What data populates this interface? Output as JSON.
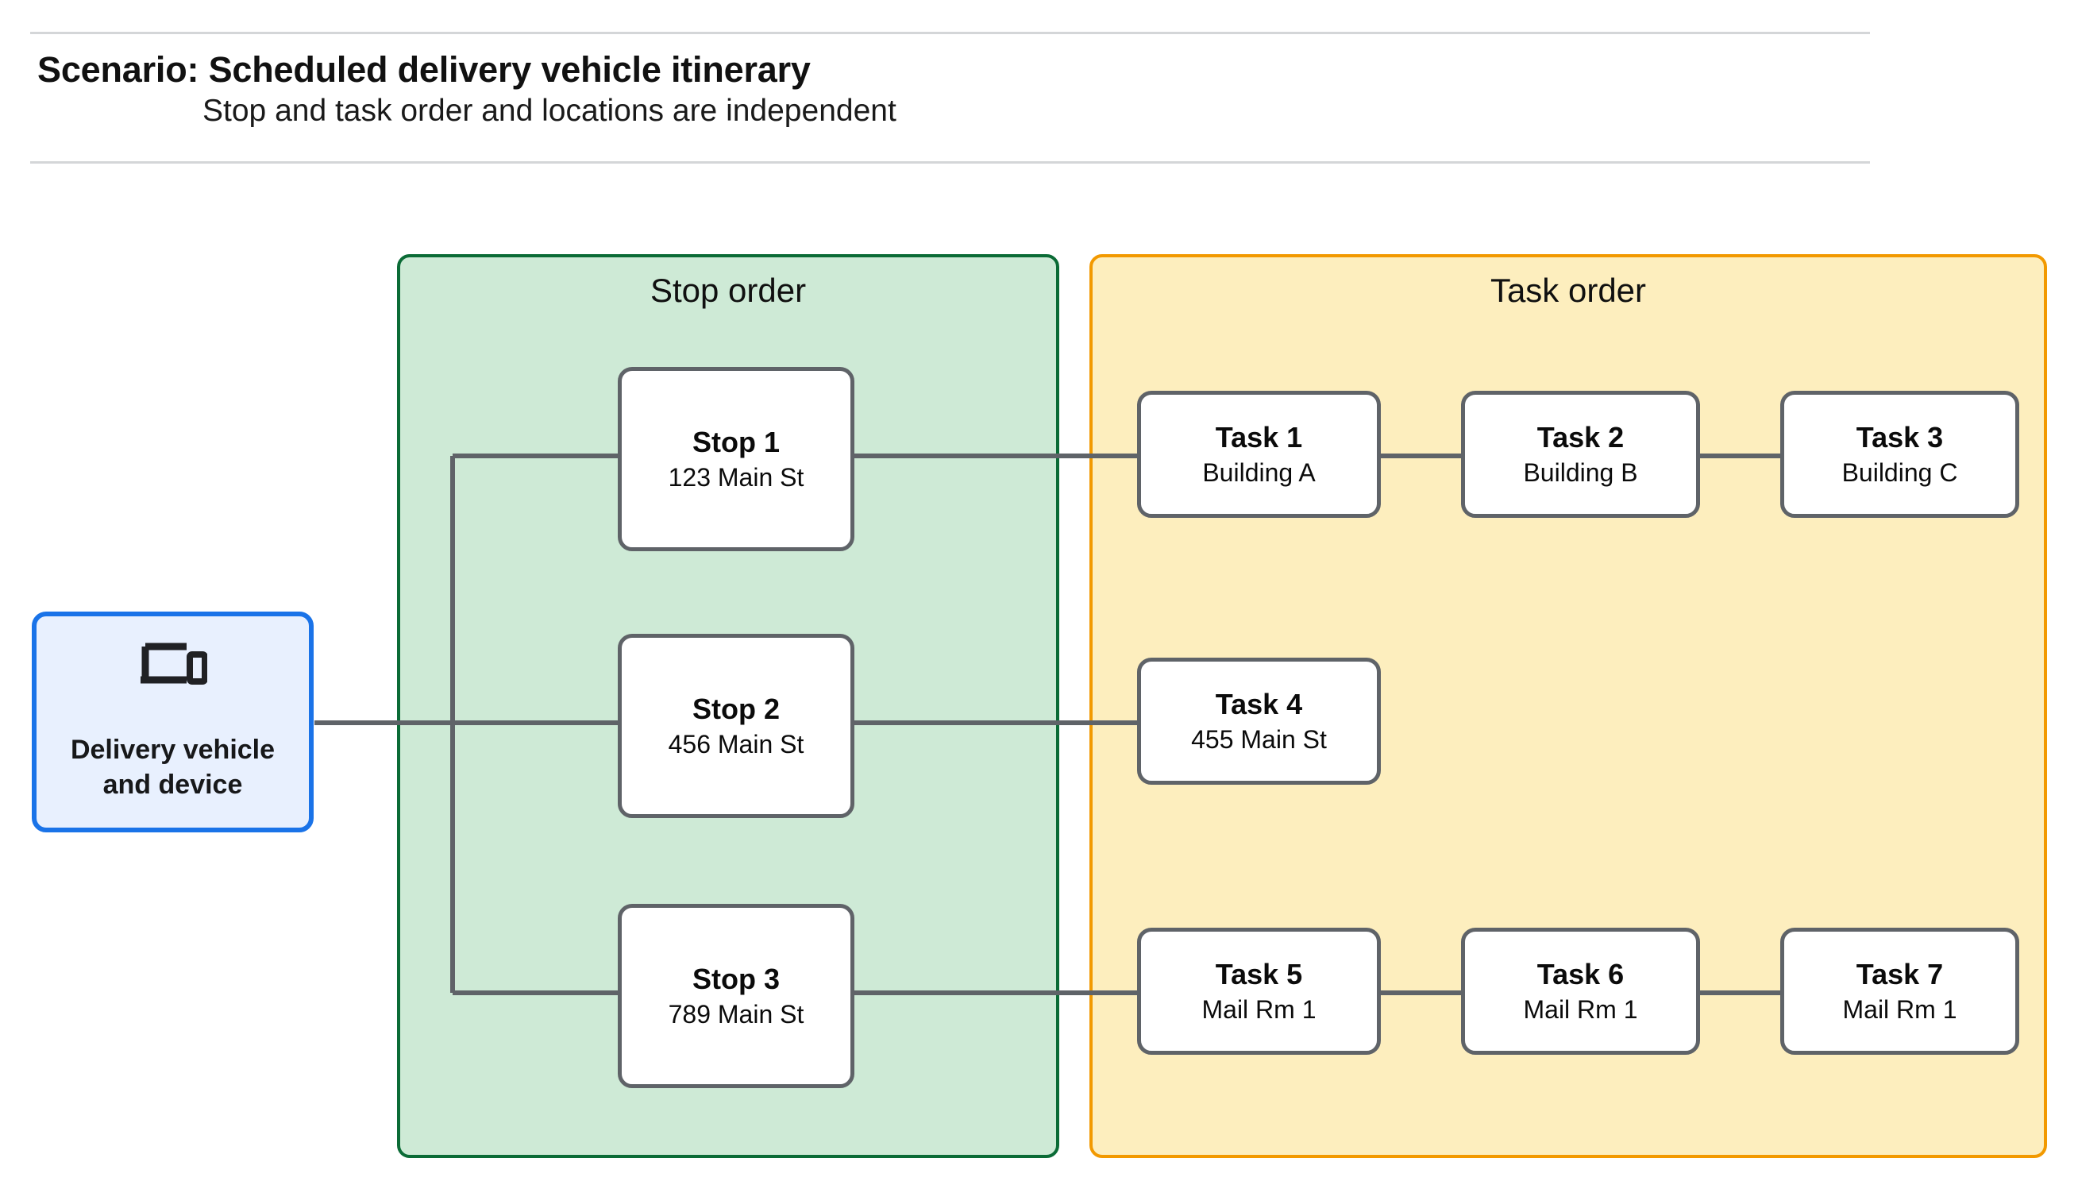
{
  "header": {
    "title": "Scenario: Scheduled delivery vehicle itinerary",
    "subtitle": "Stop and task order and locations are independent"
  },
  "vehicle": {
    "label": "Delivery vehicle\nand device",
    "icon": "devices-laptop-phone-icon",
    "fill": "#e8f0fe",
    "border": "#1a73e8"
  },
  "groups": {
    "stop": {
      "title": "Stop order",
      "fill": "#ceead6",
      "border": "#0b6b36"
    },
    "task": {
      "title": "Task order",
      "fill": "#fdeebe",
      "border": "#f29900"
    }
  },
  "stops": [
    {
      "title": "Stop 1",
      "sub": "123 Main St"
    },
    {
      "title": "Stop 2",
      "sub": "456 Main St"
    },
    {
      "title": "Stop 3",
      "sub": "789 Main St"
    }
  ],
  "tasks": {
    "row1": [
      {
        "title": "Task 1",
        "sub": "Building A"
      },
      {
        "title": "Task 2",
        "sub": "Building B"
      },
      {
        "title": "Task 3",
        "sub": "Building C"
      }
    ],
    "row2": [
      {
        "title": "Task 4",
        "sub": "455 Main St"
      }
    ],
    "row3": [
      {
        "title": "Task 5",
        "sub": "Mail Rm 1"
      },
      {
        "title": "Task 6",
        "sub": "Mail Rm 1"
      },
      {
        "title": "Task 7",
        "sub": "Mail Rm 1"
      }
    ]
  },
  "connector_color": "#5f6368"
}
